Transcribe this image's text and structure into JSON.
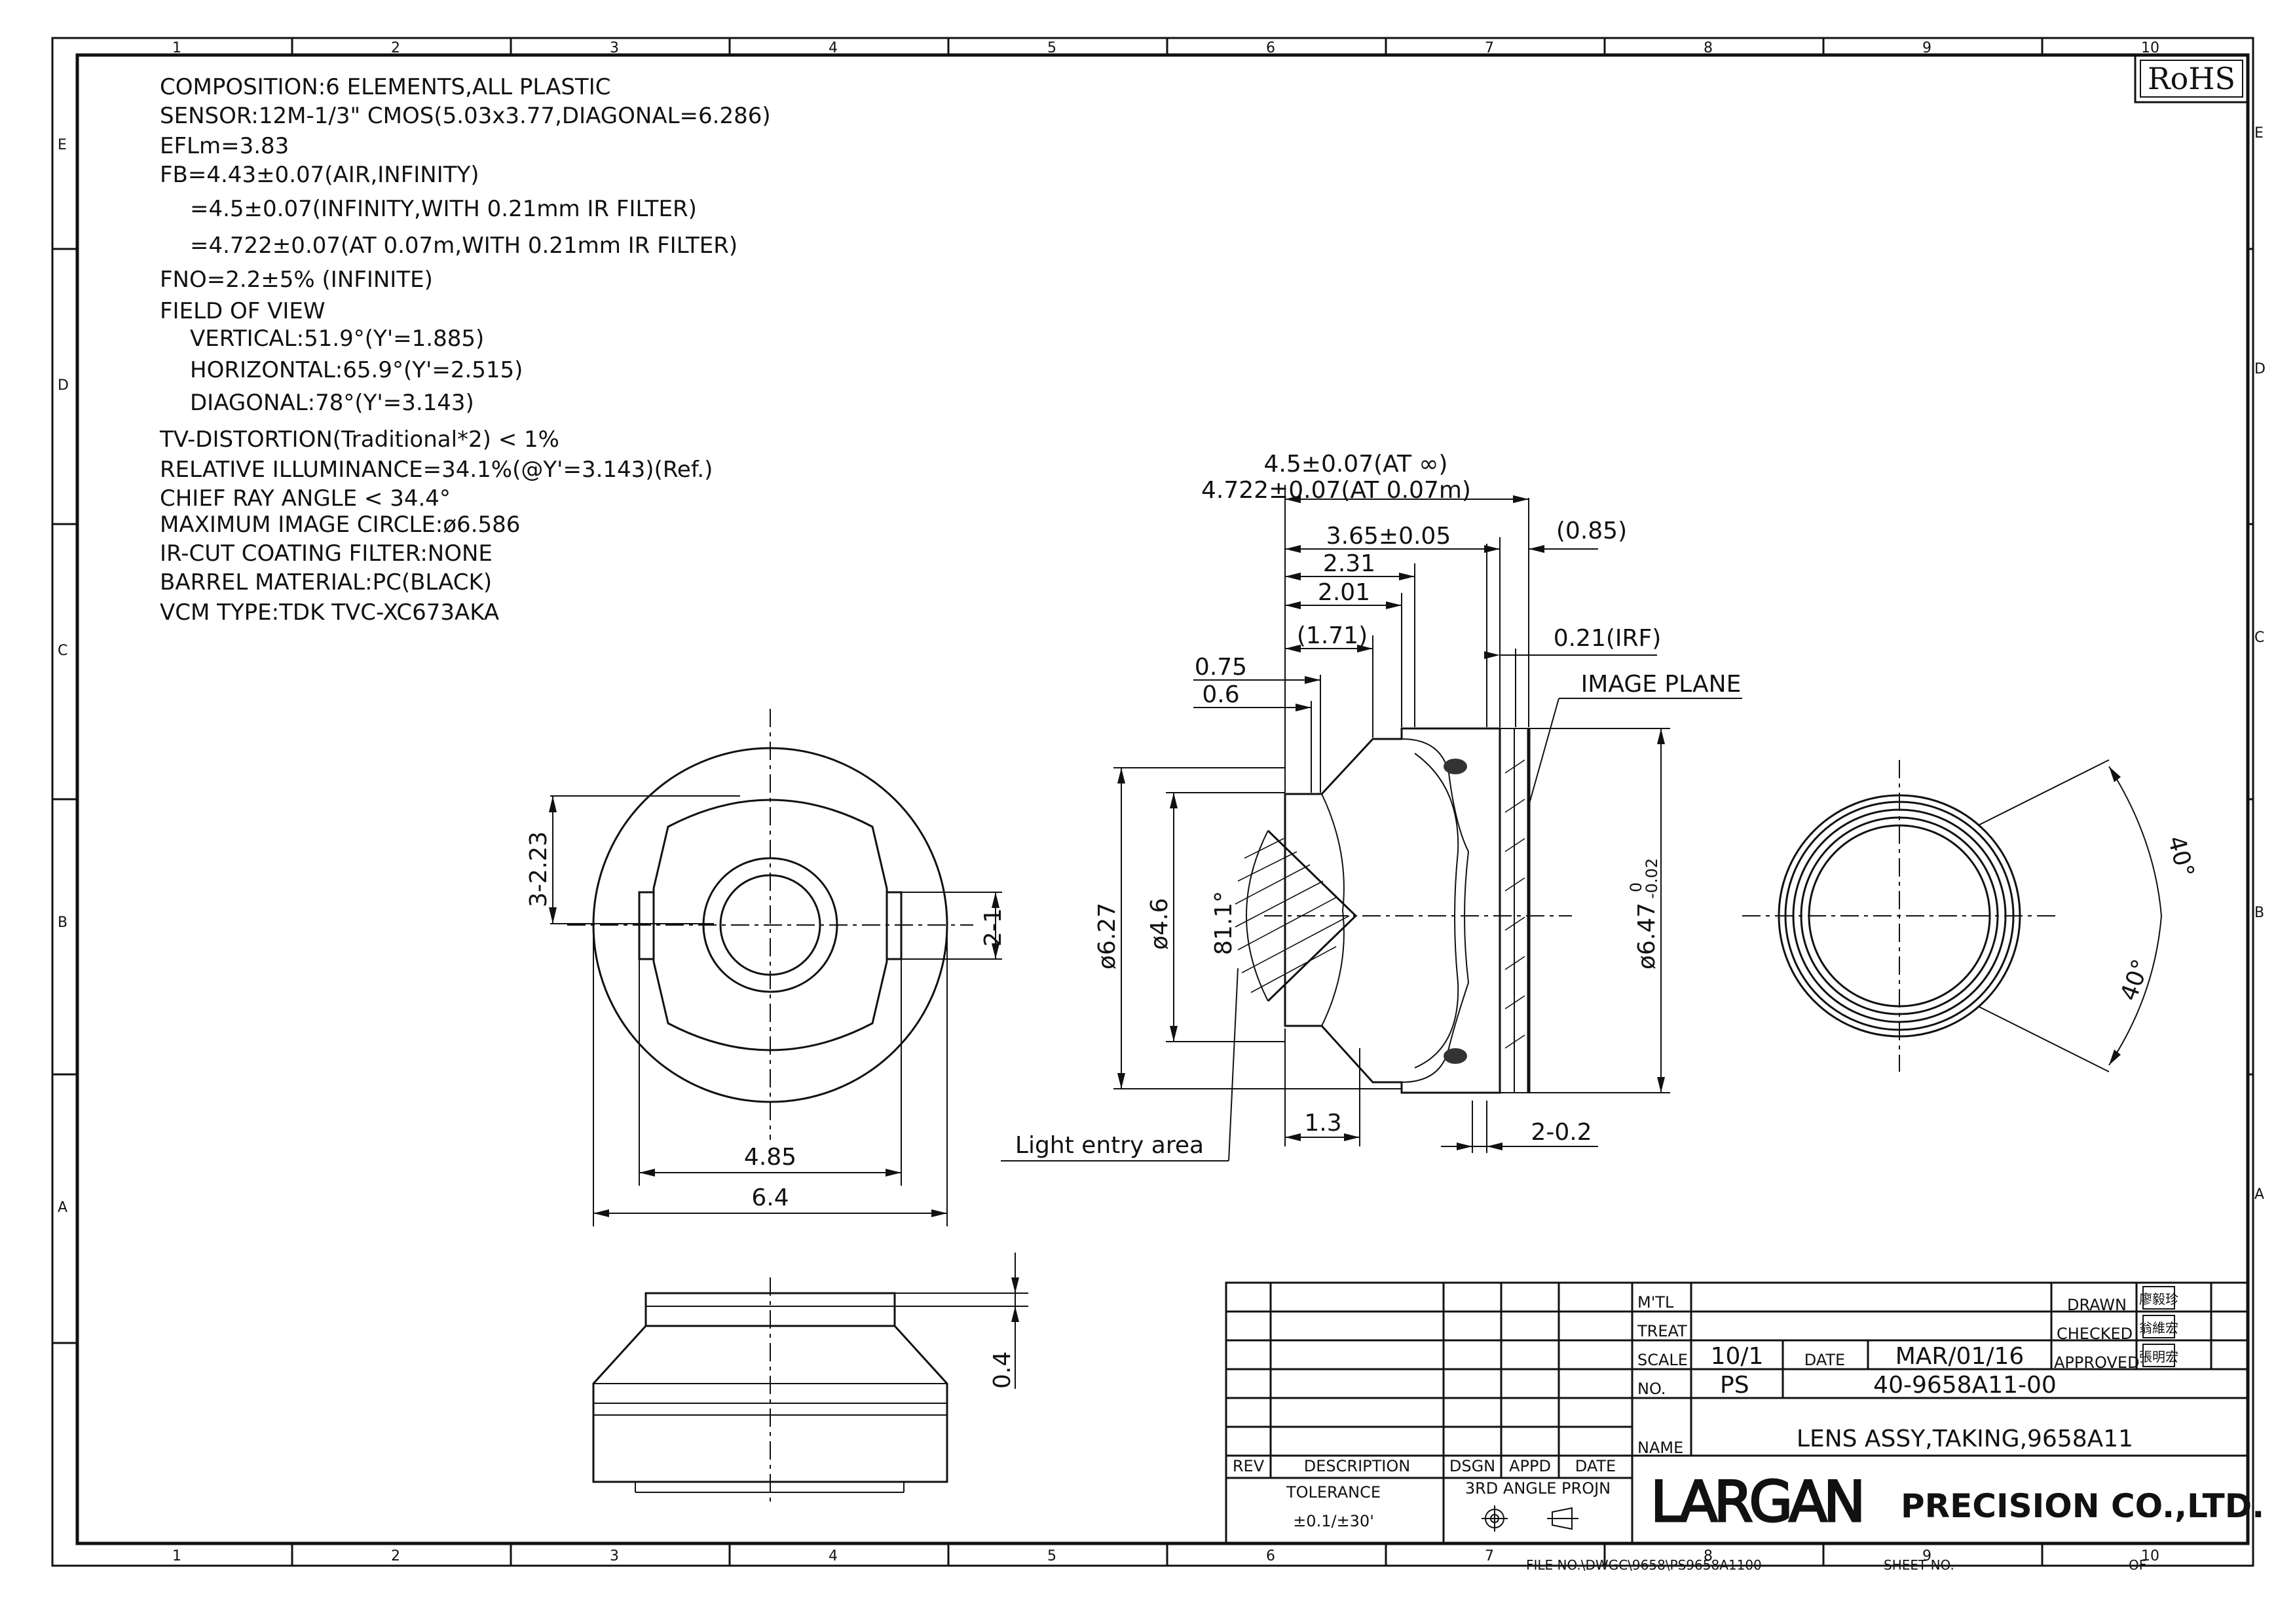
{
  "specs": {
    "composition": "COMPOSITION:6 ELEMENTS,ALL PLASTIC",
    "sensor": "SENSOR:12M-1/3\" CMOS(5.03x3.77,DIAGONAL=6.286)",
    "efl": "EFLm=3.83",
    "fb1": "FB=4.43±0.07(AIR,INFINITY)",
    "fb2": "=4.5±0.07(INFINITY,WITH 0.21mm IR FILTER)",
    "fb3": "=4.722±0.07(AT 0.07m,WITH 0.21mm IR FILTER)",
    "fno": "FNO=2.2±5% (INFINITE)",
    "fov": "FIELD OF VIEW",
    "vertical": "VERTICAL:51.9°(Y'=1.885)",
    "horizontal": "HORIZONTAL:65.9°(Y'=2.515)",
    "diagonal": "DIAGONAL:78°(Y'=3.143)",
    "tv": "TV-DISTORTION(Traditional*2) < 1%",
    "illum": "RELATIVE ILLUMINANCE=34.1%(@Y'=3.143)(Ref.)",
    "cra": "CHIEF RAY ANGLE < 34.4°",
    "mic": "MAXIMUM IMAGE CIRCLE:ø6.586",
    "ircut": "IR-CUT COATING FILTER:NONE",
    "barrel": "BARREL MATERIAL:PC(BLACK)",
    "vcm": "VCM TYPE:TDK TVC-XC673AKA"
  },
  "rohs": "RoHS",
  "zones": {
    "cols": [
      "1",
      "2",
      "3",
      "4",
      "5",
      "6",
      "7",
      "8",
      "9",
      "10"
    ],
    "rows": [
      "E",
      "D",
      "C",
      "B",
      "A"
    ]
  },
  "dims": {
    "front_h": "3-2.23",
    "front_tab": "2-1",
    "front_w1": "4.85",
    "front_w2": "6.4",
    "fb_inf": "4.5±0.07(AT ∞)",
    "fb_near": "4.722±0.07(AT 0.07m)",
    "len365": "3.65±0.05",
    "len231": "2.31",
    "len201": "2.01",
    "len171": "(1.71)",
    "len075": "0.75",
    "len06": "0.6",
    "len085": "(0.85)",
    "irf": "0.21(IRF)",
    "image_plane": "IMAGE PLANE",
    "d627": "ø6.27",
    "d46": "ø4.6",
    "ang811": "81.1°",
    "d647": "ø6.47",
    "d647_tol_up": "0",
    "d647_tol_dn": "-0.02",
    "len13": "1.3",
    "len202": "2-0.2",
    "light_entry": "Light entry area",
    "ang40a": "40°",
    "ang40b": "40°",
    "side04": "0.4"
  },
  "title_block": {
    "mtl": "M'TL",
    "treat": "TREAT",
    "scale": "SCALE",
    "scale_val": "10/1",
    "date": "DATE",
    "date_val": "MAR/01/16",
    "no": "NO.",
    "no_prefix": "PS",
    "no_val": "40-9658A11-00",
    "name": "NAME",
    "name_val": "LENS ASSY,TAKING,9658A11",
    "drawn": "DRAWN",
    "drawn_sig": "廖毅珍",
    "checked": "CHECKED",
    "checked_sig": "翁維宏",
    "approved": "APPROVED",
    "approved_sig": "張明宏",
    "rev": "REV",
    "description": "DESCRIPTION",
    "dsgn": "DSGN",
    "appd": "APPD",
    "date_col": "DATE",
    "tolerance": "TOLERANCE",
    "tolerance_val": "±0.1/±30'",
    "projection": "3RD ANGLE PROJN",
    "company_logo": "LARGAN",
    "company_rest": "PRECISION CO.,LTD.",
    "file_no": "FILE NO.\\DWGC\\9658\\PS9658A1100",
    "sheet_no": "SHEET NO.",
    "of": "OF"
  }
}
